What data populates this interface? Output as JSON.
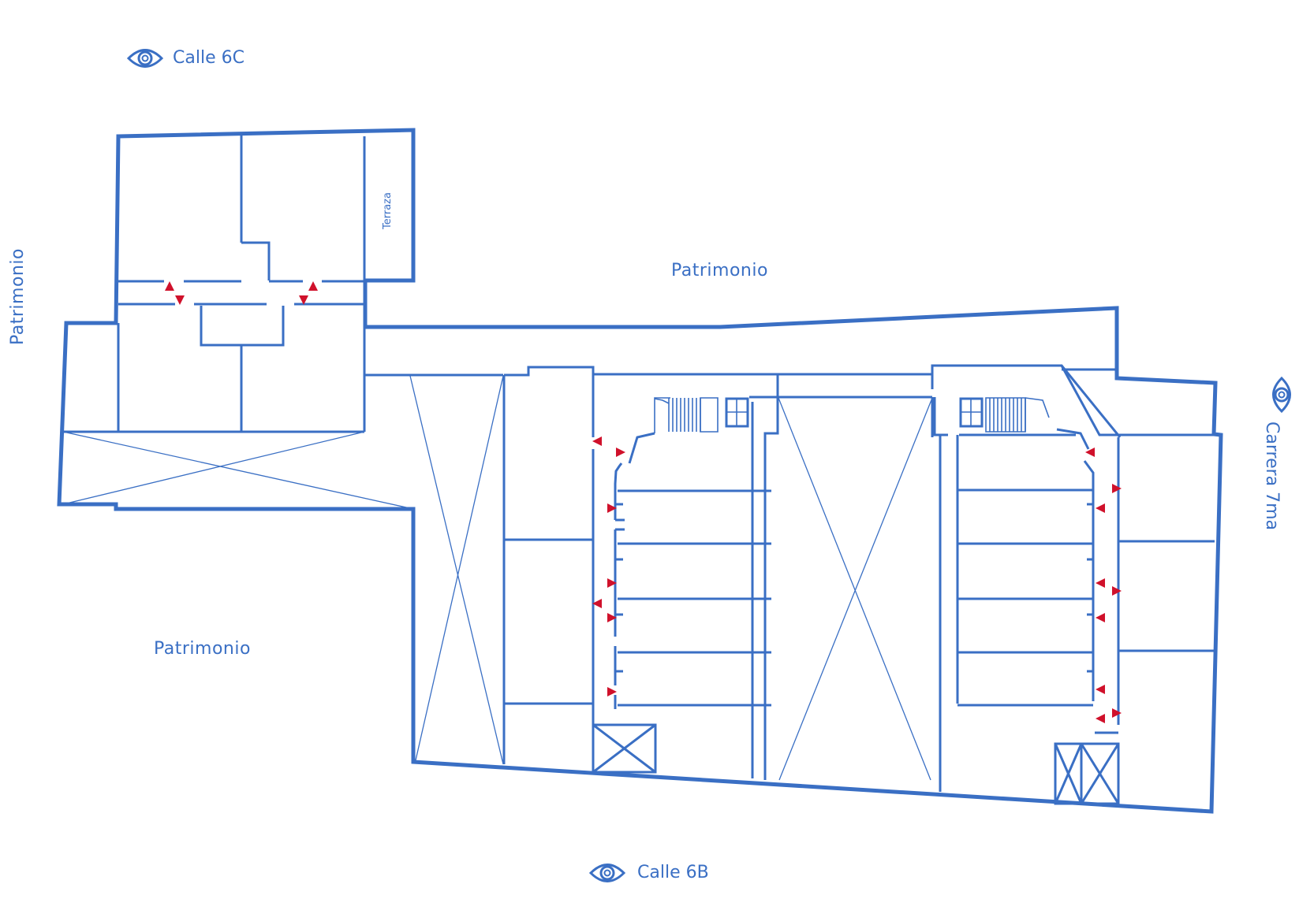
{
  "colors": {
    "line": "#3a6fc4",
    "text": "#3a6fc4",
    "marker": "#d0112b",
    "background": "#ffffff"
  },
  "views": {
    "top": {
      "label": "Calle 6C",
      "icon": "eye-icon"
    },
    "bottom": {
      "label": "Calle 6B",
      "icon": "eye-icon"
    },
    "right": {
      "label": "Carrera 7ma",
      "icon": "eye-icon"
    }
  },
  "areas": {
    "patrimonio_left": "Patrimonio",
    "patrimonio_top": "Patrimonio",
    "patrimonio_bottom": "Patrimonio",
    "terraza": "Terraza"
  }
}
